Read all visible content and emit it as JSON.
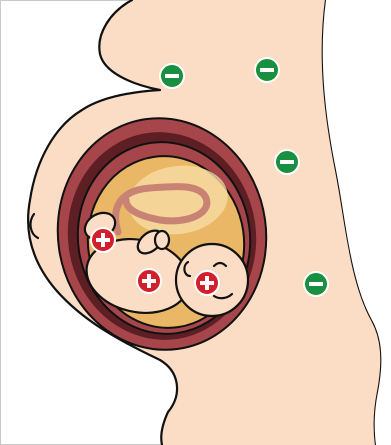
{
  "colors": {
    "background": "#ffffff",
    "frame": "#c9c9c9",
    "skin": "#fbdcc4",
    "skin_shade": "#f0c2a4",
    "uterus_outer": "#a6464b",
    "uterus_inner": "#5e1f24",
    "amniotic_fluid": "#e9b765",
    "amniotic_fluid_light": "#f6dca4",
    "umbilical_cord": "#c98374",
    "positive_badge": "#d11f2b",
    "negative_badge": "#189040",
    "badge_symbol": "#ffffff",
    "outline": "#111111"
  },
  "badges": {
    "positive": [
      {
        "name": "positive-charge-icon-1",
        "symbol": "+"
      },
      {
        "name": "positive-charge-icon-2",
        "symbol": "+"
      },
      {
        "name": "positive-charge-icon-3",
        "symbol": "+"
      }
    ],
    "negative": [
      {
        "name": "negative-charge-icon-1",
        "symbol": "−"
      },
      {
        "name": "negative-charge-icon-2",
        "symbol": "−"
      },
      {
        "name": "negative-charge-icon-3",
        "symbol": "−"
      },
      {
        "name": "negative-charge-icon-4",
        "symbol": "−"
      }
    ]
  }
}
